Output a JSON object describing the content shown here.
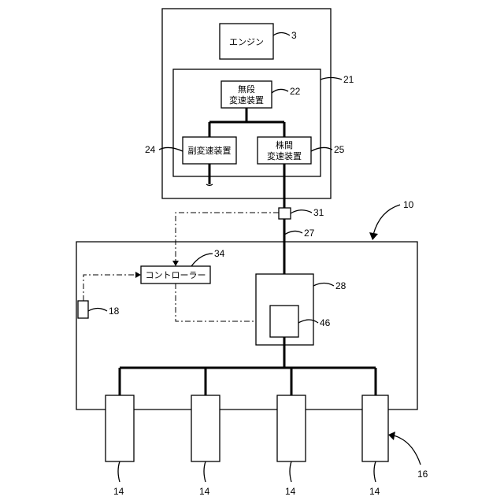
{
  "labels": {
    "engine": "エンジン",
    "cvt_line1": "無段",
    "cvt_line2": "変速装置",
    "sub_transmission": "副変速装置",
    "inter_line1": "株間",
    "inter_line2": "変速装置",
    "controller": "コントローラー"
  },
  "refs": {
    "engine": "3",
    "cvt": "22",
    "drive_unit": "21",
    "sub_transmission": "24",
    "inter_transmission": "25",
    "sensor": "31",
    "machine": "10",
    "shaft": "27",
    "controller": "34",
    "gearbox": "28",
    "switch": "18",
    "actuator": "46",
    "units": [
      "14",
      "14",
      "14",
      "14"
    ],
    "units_group": "16"
  }
}
